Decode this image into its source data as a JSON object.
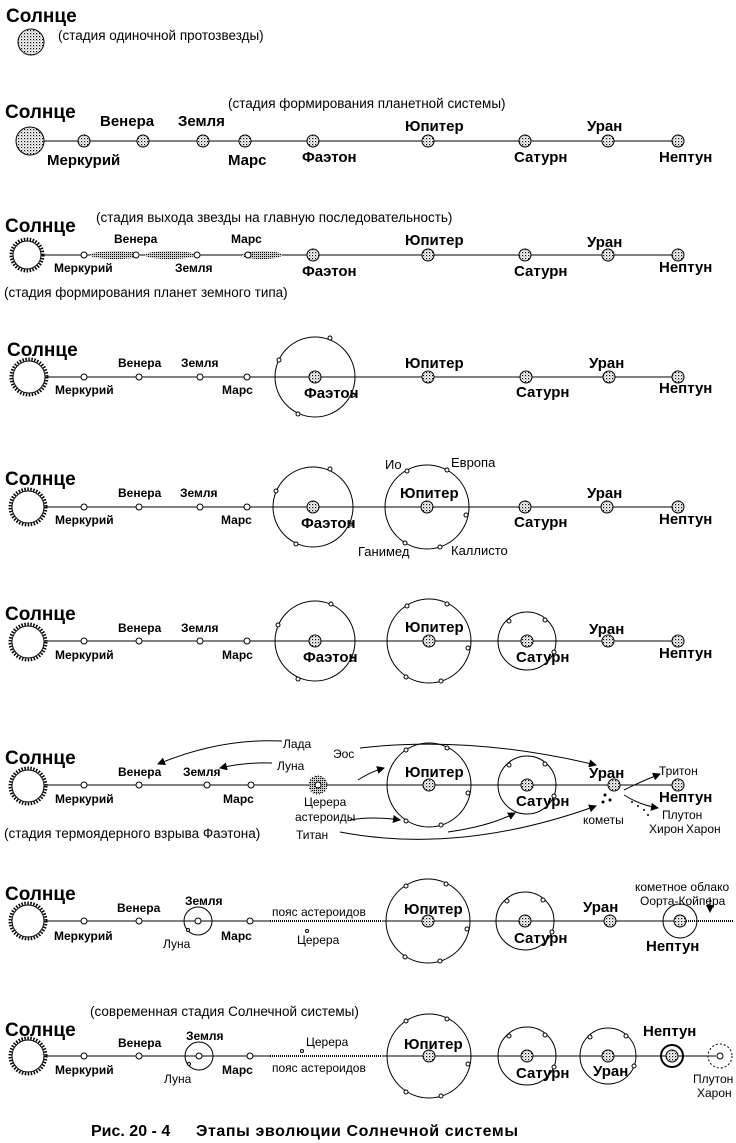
{
  "planets": {
    "sun": "Солнце",
    "mercury": "Меркурий",
    "venus": "Венера",
    "earth": "Земля",
    "mars": "Марс",
    "phaeton": "Фаэтон",
    "jupiter": "Юпитер",
    "saturn": "Сатурн",
    "uranus": "Уран",
    "neptune": "Нептун"
  },
  "notes": {
    "s1": "(стадия одиночной протозвезды)",
    "s2": "(стадия формирования планетной системы)",
    "s3a": "(стадия выхода звезды на главную последовательность)",
    "s3b": "(стадия формирования планет земного типа)",
    "s7": "(стадия термоядерного взрыва Фаэтона)",
    "s9": "(современная стадия Солнечной системы)"
  },
  "moons": {
    "io": "Ио",
    "europa": "Европа",
    "ganymede": "Ганимед",
    "callisto": "Каллисто"
  },
  "bodies": {
    "lada": "Лада",
    "luna": "Луна",
    "eos": "Эос",
    "ceres": "Церера",
    "asteroids": "астероиды",
    "titan": "Титан",
    "triton": "Тритон",
    "pluto": "Плутон",
    "chiron": "Хирон",
    "charon": "Харон",
    "comets": "кометы",
    "asteroid_belt": "пояс астероидов",
    "comet_cloud_1": "кометное облако",
    "comet_cloud_2": "Оорта-Койпера"
  },
  "caption": {
    "number": "Рис. 20 - 4",
    "title": "Этапы эволюции Солнечной системы"
  }
}
